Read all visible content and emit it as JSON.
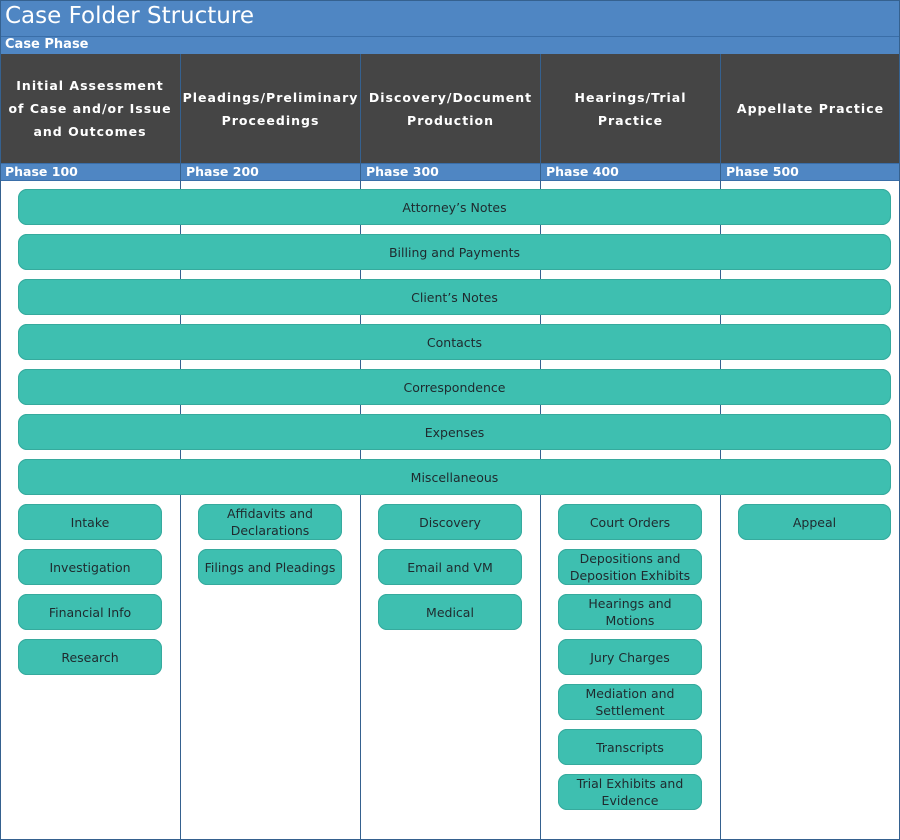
{
  "title": "Case Folder Structure",
  "subtitle": "Case Phase",
  "phases": [
    {
      "header": "Initial Assessment of Case and/or Issue and Outcomes",
      "code": "Phase 100"
    },
    {
      "header": "Pleadings/Preliminary Proceedings",
      "code": "Phase 200"
    },
    {
      "header": "Discovery/Document Production",
      "code": "Phase 300"
    },
    {
      "header": "Hearings/Trial Practice",
      "code": "Phase 400"
    },
    {
      "header": "Appellate Practice",
      "code": "Phase 500"
    }
  ],
  "shared_folders": [
    "Attorney’s Notes",
    "Billing and Payments",
    "Client’s Notes",
    "Contacts",
    "Correspondence",
    "Expenses",
    "Miscellaneous"
  ],
  "phase_folders": [
    [
      "Intake",
      "Investigation",
      "Financial Info",
      "Research"
    ],
    [
      "Affidavits and Declarations",
      "Filings and Pleadings"
    ],
    [
      "Discovery",
      "Email and VM",
      "Medical"
    ],
    [
      "Court Orders",
      "Depositions and Deposition Exhibits",
      "Hearings and Motions",
      "Jury Charges",
      "Mediation and Settlement",
      "Transcripts",
      "Trial Exhibits and Evidence"
    ],
    [
      "Appeal"
    ]
  ],
  "colors": {
    "header_blue": "#4f86c3",
    "header_dark": "#454545",
    "folder_teal": "#3ebfb0"
  }
}
